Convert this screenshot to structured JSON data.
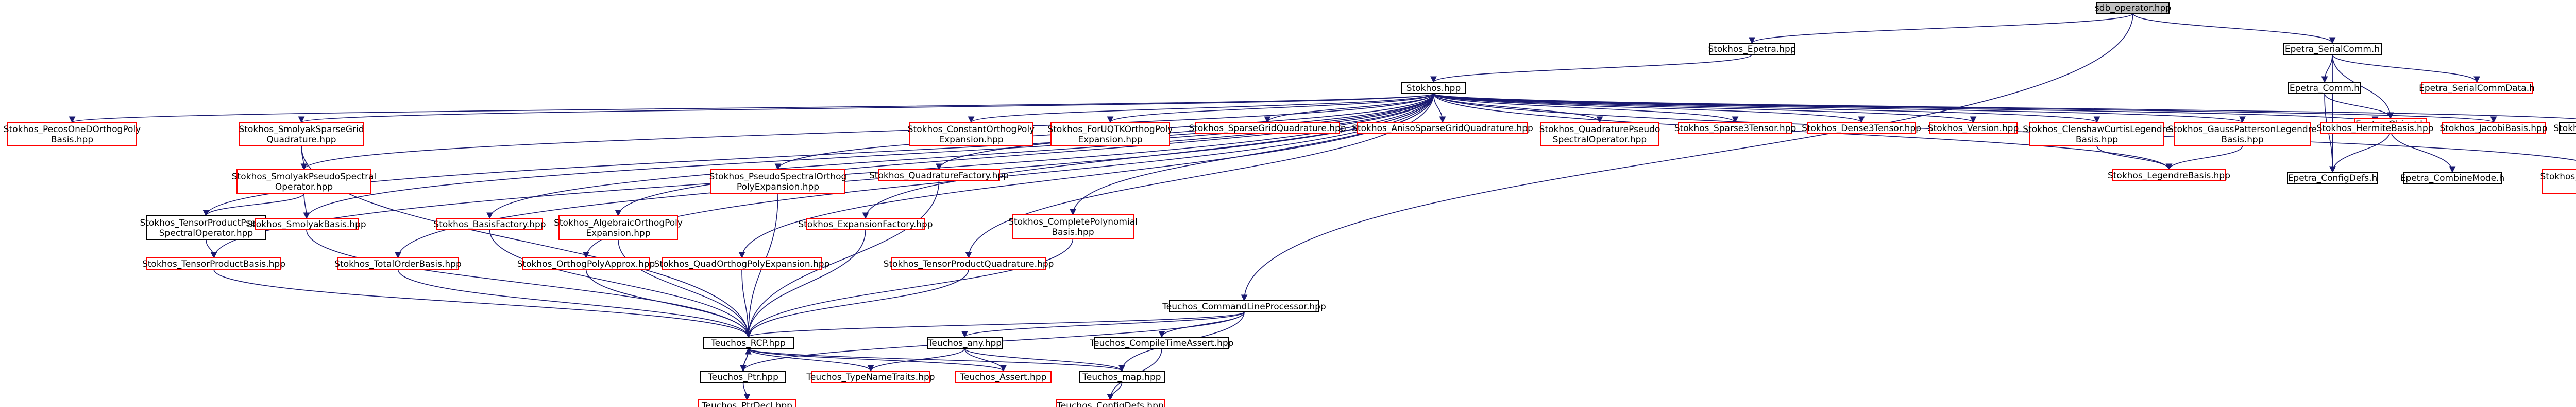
{
  "colors": {
    "black_node": "#000000",
    "red_node": "#ff0000",
    "edge": "#191970",
    "highlight_fill": "#bfbfbf",
    "background": "#ffffff"
  },
  "nodes": {
    "root": {
      "lines": [
        "sdb_operator.hpp"
      ],
      "style": "highlight"
    },
    "epetra_hpp": {
      "lines": [
        "Stokhos_Epetra.hpp"
      ],
      "style": "black"
    },
    "stokhos_hpp": {
      "lines": [
        "Stokhos.hpp"
      ],
      "style": "black"
    },
    "serialcomm_h": {
      "lines": [
        "Epetra_SerialComm.h"
      ],
      "style": "black"
    },
    "comm_h": {
      "lines": [
        "Epetra_Comm.h"
      ],
      "style": "black"
    },
    "serialcommdata_h": {
      "lines": [
        "Epetra_SerialCommData.h"
      ],
      "style": "red"
    },
    "object_h": {
      "lines": [
        "Epetra_Object.h"
      ],
      "style": "red"
    },
    "configdefs_h": {
      "lines": [
        "Epetra_ConfigDefs.h"
      ],
      "style": "black"
    },
    "combinemode_h": {
      "lines": [
        "Epetra_CombineMode.h"
      ],
      "style": "black"
    },
    "piecewise": {
      "lines": [
        "Stokhos_PecosOneDOrthogPoly",
        "Basis.hpp"
      ],
      "style": "red"
    },
    "smolyak_sparse_grid": {
      "lines": [
        "Stokhos_SmolyakSparseGrid",
        "Quadrature.hpp"
      ],
      "style": "red"
    },
    "smolyak_pseudo": {
      "lines": [
        "Stokhos_SmolyakPseudoSpectral",
        "Operator.hpp"
      ],
      "style": "red"
    },
    "tensor_pseudo": {
      "lines": [
        "Stokhos_TensorProductPseudo",
        "SpectralOperator.hpp"
      ],
      "style": "black"
    },
    "smolyak_basis": {
      "lines": [
        "Stokhos_SmolyakBasis.hpp"
      ],
      "style": "red"
    },
    "tensor_basis": {
      "lines": [
        "Stokhos_TensorProductBasis.hpp"
      ],
      "style": "red"
    },
    "total_order_basis": {
      "lines": [
        "Stokhos_TotalOrderBasis.hpp"
      ],
      "style": "red"
    },
    "basis_factory": {
      "lines": [
        "Stokhos_BasisFactory.hpp"
      ],
      "style": "red"
    },
    "orthog_poly_approx": {
      "lines": [
        "Stokhos_OrthogPolyApprox.hpp"
      ],
      "style": "red"
    },
    "algebraic": {
      "lines": [
        "Stokhos_AlgebraicOrthogPoly",
        "Expansion.hpp"
      ],
      "style": "red"
    },
    "quad_orthog_expansion": {
      "lines": [
        "Stokhos_QuadOrthogPolyExpansion.hpp"
      ],
      "style": "red"
    },
    "pseudo_spectral_expansion": {
      "lines": [
        "Stokhos_PseudoSpectralOrthog",
        "PolyExpansion.hpp"
      ],
      "style": "red"
    },
    "expansion_factory": {
      "lines": [
        "Stokhos_ExpansionFactory.hpp"
      ],
      "style": "red"
    },
    "quadrature_factory": {
      "lines": [
        "Stokhos_QuadratureFactory.hpp"
      ],
      "style": "red"
    },
    "tensor_quadrature": {
      "lines": [
        "Stokhos_TensorProductQuadrature.hpp"
      ],
      "style": "red"
    },
    "constant_expansion": {
      "lines": [
        "Stokhos_ConstantOrthogPoly",
        "Expansion.hpp"
      ],
      "style": "red"
    },
    "complete_poly_basis": {
      "lines": [
        "Stokhos_CompletePolynomial",
        "Basis.hpp"
      ],
      "style": "red"
    },
    "fort_expansion": {
      "lines": [
        "Stokhos_ForUQTKOrthogPoly",
        "Expansion.hpp"
      ],
      "style": "red"
    },
    "sparse_grid_quad": {
      "lines": [
        "Stokhos_SparseGridQuadrature.hpp"
      ],
      "style": "red"
    },
    "aniso_sparse_grid": {
      "lines": [
        "Stokhos_AnisoSparseGridQuadrature.hpp"
      ],
      "style": "red"
    },
    "quadrature_pseudo": {
      "lines": [
        "Stokhos_QuadraturePseudo",
        "SpectralOperator.hpp"
      ],
      "style": "red"
    },
    "sparse3tensor": {
      "lines": [
        "Stokhos_Sparse3Tensor.hpp"
      ],
      "style": "red"
    },
    "dense3tensor": {
      "lines": [
        "Stokhos_Dense3Tensor.hpp"
      ],
      "style": "red"
    },
    "version": {
      "lines": [
        "Stokhos_Version.hpp"
      ],
      "style": "red"
    },
    "clenshaw": {
      "lines": [
        "Stokhos_ClenshawCurtisLegendre",
        "Basis.hpp"
      ],
      "style": "red"
    },
    "gauss_patterson": {
      "lines": [
        "Stokhos_GaussPattersonLegendre",
        "Basis.hpp"
      ],
      "style": "red"
    },
    "legendre": {
      "lines": [
        "Stokhos_LegendreBasis.hpp"
      ],
      "style": "red"
    },
    "hermite": {
      "lines": [
        "Stokhos_HermiteBasis.hpp"
      ],
      "style": "red"
    },
    "jacobi": {
      "lines": [
        "Stokhos_JacobiBasis.hpp"
      ],
      "style": "red"
    },
    "rys": {
      "lines": [
        "Stokhos_RysBasis.hpp"
      ],
      "style": "black"
    },
    "discretized_stieltjes": {
      "lines": [
        "Stokhos_DiscretizedStieltjes",
        "Basis.hpp"
      ],
      "style": "red"
    },
    "clp": {
      "lines": [
        "Teuchos_CommandLineProcessor.hpp"
      ],
      "style": "black"
    },
    "rcp": {
      "lines": [
        "Teuchos_RCP.hpp"
      ],
      "style": "black"
    },
    "any": {
      "lines": [
        "Teuchos_any.hpp"
      ],
      "style": "black"
    },
    "compile_time_assert": {
      "lines": [
        "Teuchos_CompileTimeAssert.hpp"
      ],
      "style": "black"
    },
    "ptr": {
      "lines": [
        "Teuchos_Ptr.hpp"
      ],
      "style": "black"
    },
    "type_name_traits": {
      "lines": [
        "Teuchos_TypeNameTraits.hpp"
      ],
      "style": "red"
    },
    "assert": {
      "lines": [
        "Teuchos_Assert.hpp"
      ],
      "style": "red"
    },
    "map": {
      "lines": [
        "Teuchos_map.hpp"
      ],
      "style": "black"
    },
    "ptr_decl": {
      "lines": [
        "Teuchos_PtrDecl.hpp"
      ],
      "style": "red"
    },
    "teuchos_config_defs": {
      "lines": [
        "Teuchos_ConfigDefs.hpp"
      ],
      "style": "red"
    }
  }
}
